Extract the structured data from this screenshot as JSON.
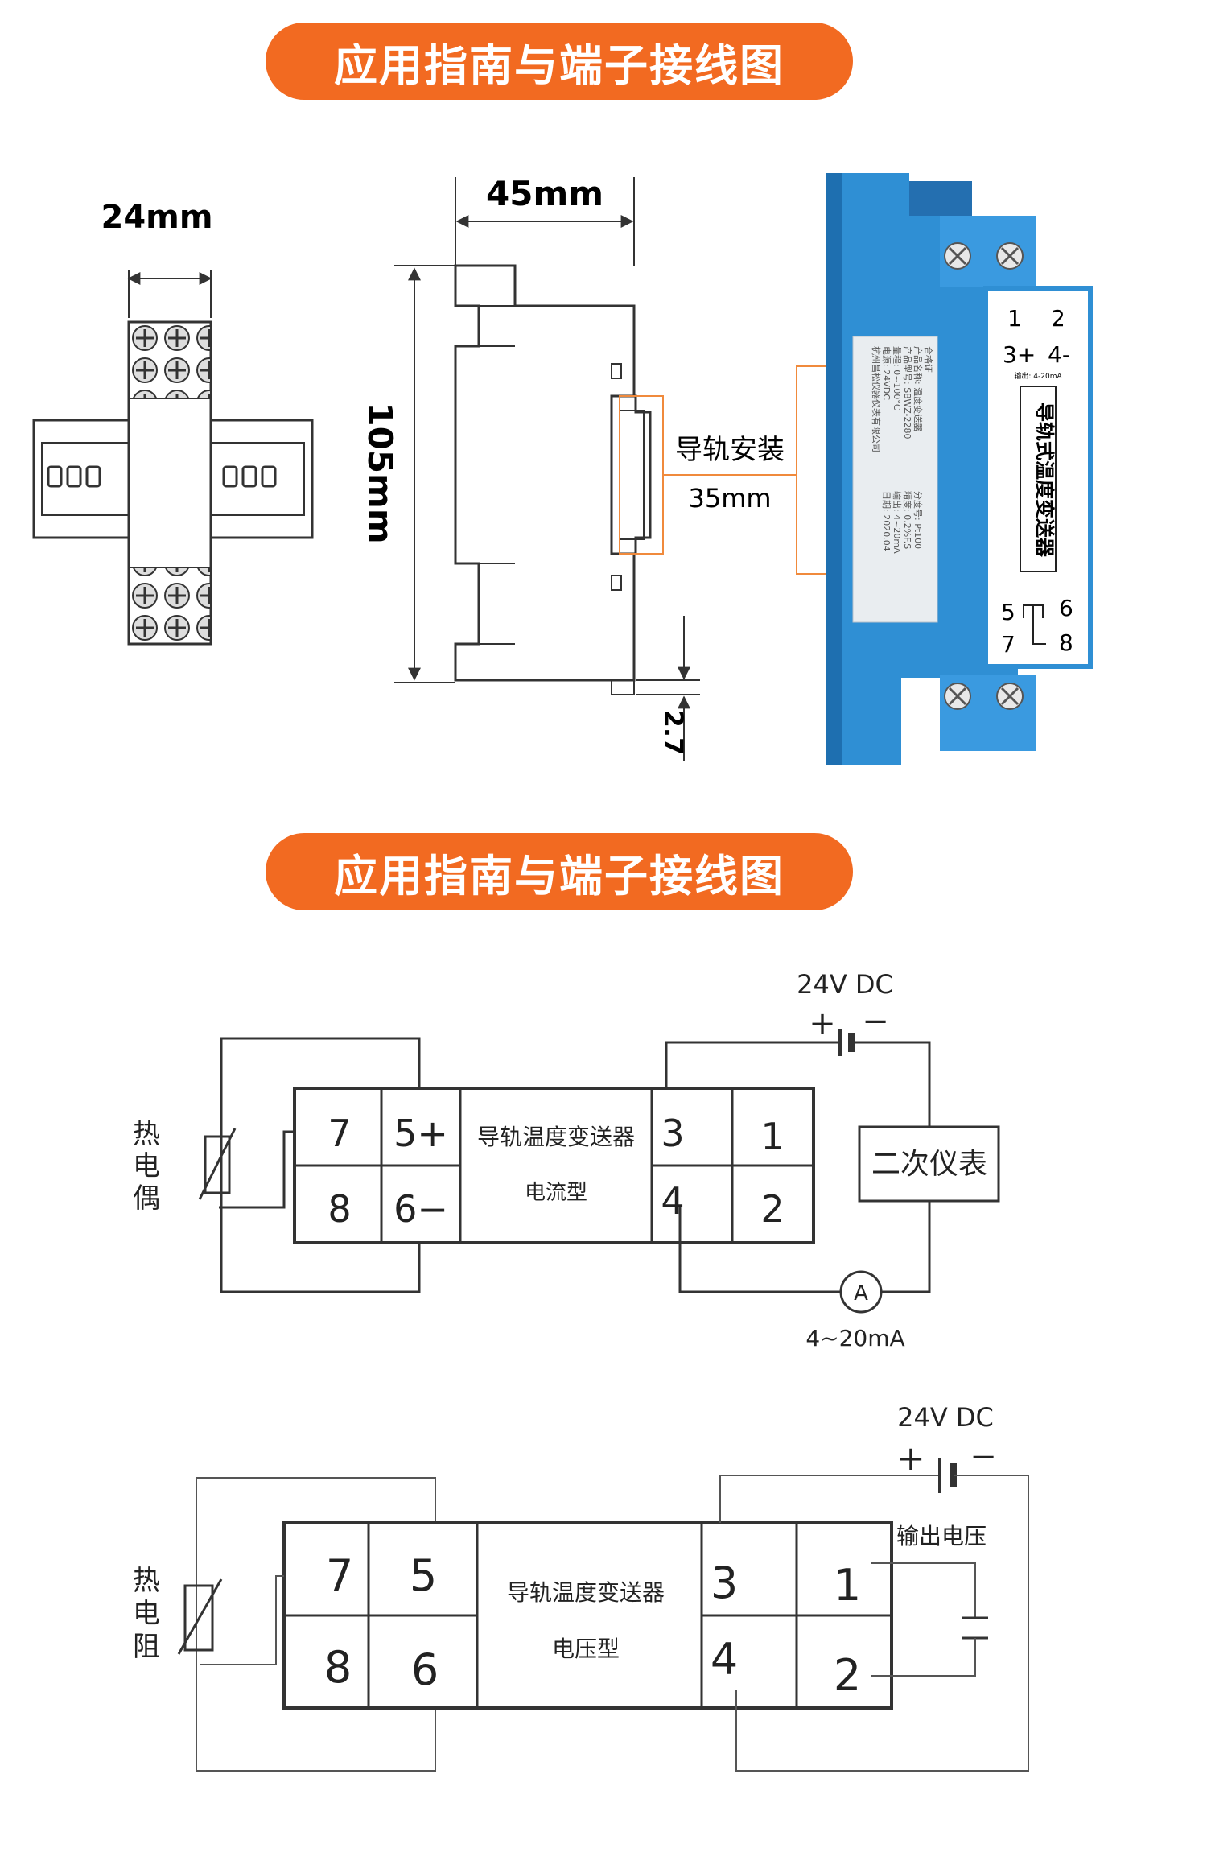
{
  "sections": [
    {
      "banner": "应用指南与端子接线图"
    },
    {
      "banner": "应用指南与端子接线图"
    }
  ],
  "dimensions": {
    "width": "24mm",
    "depth": "45mm",
    "height": "105mm",
    "rail_label": "导轨安装",
    "rail_size": "35mm",
    "clearance": "2.7"
  },
  "device": {
    "terminals_top": [
      "1",
      "2",
      "3+",
      "4-"
    ],
    "output_note": "输出: 4-20mA",
    "name": "导轨式温度变送器",
    "terminals_bottom": [
      "5",
      "6",
      "7",
      "8"
    ],
    "label_lines": [
      "合格证",
      "产品名称: 温度变送器",
      "分度号: Pt100",
      "产品型号: SBWZ-2280",
      "精度: 0.2%F.S",
      "量程: 0~100°C",
      "输出: 4~20mA",
      "电源: 24VDC",
      "日期: 2020.04",
      "杭州昌松仪器仪表有限公司"
    ]
  },
  "diagram_current": {
    "supply": "24V  DC",
    "plus": "+",
    "minus": "−",
    "sensor": [
      "热",
      "电",
      "偶"
    ],
    "terminals": {
      "t7": "7",
      "t8": "8",
      "t5": "5+",
      "t6": "6−",
      "t3": "3",
      "t4": "4",
      "t1": "1",
      "t2": "2"
    },
    "title": "导轨温度变送器",
    "type": "电流型",
    "instrument": "二次仪表",
    "ammeter": "A",
    "current_range": "4~20mA"
  },
  "diagram_voltage": {
    "supply": "24V  DC",
    "plus": "+",
    "minus": "−",
    "sensor": [
      "热",
      "电",
      "阻"
    ],
    "terminals": {
      "t7": "7",
      "t8": "8",
      "t5": "5",
      "t6": "6",
      "t3": "3",
      "t4": "4",
      "t1": "1",
      "t2": "2"
    },
    "title": "导轨温度变送器",
    "type": "电压型",
    "output": "输出电压"
  }
}
